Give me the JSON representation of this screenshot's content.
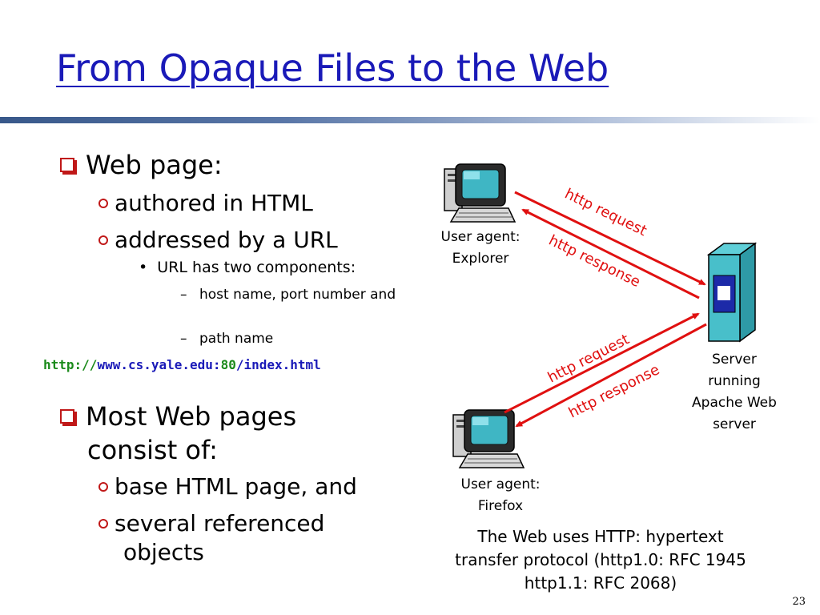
{
  "slide": {
    "title": "From Opaque Files to the Web",
    "page_number": "23"
  },
  "bullets": {
    "web_page": "Web page:",
    "authored": "authored in HTML",
    "addressed": "addressed by a URL",
    "url_components": "URL has two components:",
    "host_name": "host name, port number and",
    "path_name": "path name",
    "most_pages_line1": "Most Web pages",
    "most_pages_line2": "consist of:",
    "base_html": "base HTML page, and",
    "referenced_line1": "several referenced",
    "referenced_line2": "objects"
  },
  "url": {
    "proto": "http://",
    "host": "www.cs.yale.edu:",
    "port": "80",
    "path": "/index.html"
  },
  "diagram": {
    "explorer_line1": "User agent:",
    "explorer_line2": "Explorer",
    "firefox_line1": "User agent:",
    "firefox_line2": "Firefox",
    "server_line1": "Server",
    "server_line2": "running",
    "server_line3": "Apache Web",
    "server_line4": "server",
    "top_request": "http request",
    "top_response": "http response",
    "bottom_request": "http request",
    "bottom_response": "http response",
    "arrow_color": "#e01010"
  },
  "caption": {
    "line1": "The Web uses HTTP: hypertext",
    "line2": "transfer protocol (http1.0: RFC 1945",
    "line3": "http1.1: RFC 2068)"
  },
  "icons": [
    "computer-icon",
    "server-icon"
  ]
}
